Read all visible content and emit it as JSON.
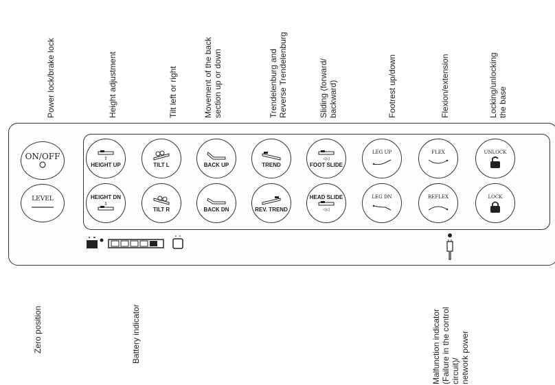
{
  "top_labels": [
    {
      "lines": [
        "Power lock/brake lock"
      ]
    },
    {
      "lines": [
        "Height adjustment"
      ]
    },
    {
      "lines": [
        "Tilt left or right"
      ]
    },
    {
      "lines": [
        "Movement of the back",
        "section up or down"
      ]
    },
    {
      "lines": [
        "Trendelenburg and",
        "Reverse Trendelenburg"
      ]
    },
    {
      "lines": [
        "Sliding (forward/",
        "backward)"
      ]
    },
    {
      "lines": [
        "Footrest up/down"
      ]
    },
    {
      "lines": [
        "Flexion/extension"
      ]
    },
    {
      "lines": [
        "Locking/unlocking",
        "the base"
      ]
    }
  ],
  "bottom_labels": [
    {
      "lines": [
        "Zero position"
      ]
    },
    {
      "lines": [
        "Battery indicator"
      ]
    },
    {
      "lines": [
        "Malfunction indicator",
        "(Failure in the control",
        "circuit)/",
        "network power"
      ]
    }
  ],
  "side_buttons": {
    "on_off": "ON/OFF",
    "level": "LEVEL"
  },
  "buttons_top": [
    {
      "label": "HEIGHT UP",
      "icon": "table-up-icon"
    },
    {
      "label": "TILT L",
      "icon": "tilt-left-icon"
    },
    {
      "label": "BACK UP",
      "icon": "back-up-icon"
    },
    {
      "label": "TREND",
      "icon": "trend-icon"
    },
    {
      "label": "FOOT SLIDE",
      "icon": "slide-icon"
    },
    {
      "label": "LEG UP",
      "icon": "leg-up-icon"
    },
    {
      "label": "FLEX",
      "icon": "flex-icon"
    },
    {
      "label": "UNLOCK",
      "icon": "unlock-icon"
    }
  ],
  "buttons_bottom": [
    {
      "label": "HEIGHT DN",
      "icon": "table-down-icon"
    },
    {
      "label": "TILT R",
      "icon": "tilt-right-icon"
    },
    {
      "label": "BACK DN",
      "icon": "back-down-icon"
    },
    {
      "label": "REV. TREND",
      "icon": "rev-trend-icon"
    },
    {
      "label": "HEAD SLIDE",
      "icon": "slide-icon"
    },
    {
      "label": "LEG DN",
      "icon": "leg-down-icon"
    },
    {
      "label": "REFLEX",
      "icon": "reflex-icon"
    },
    {
      "label": "LOCK",
      "icon": "lock-icon"
    }
  ]
}
